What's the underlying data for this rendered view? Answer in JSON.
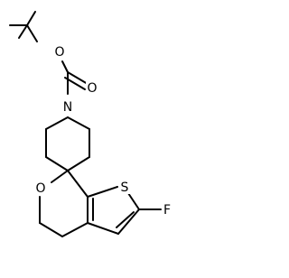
{
  "structure": {
    "atoms": {
      "o_ether": "O",
      "o_carbonyl": "O",
      "n_piperidine": "N",
      "o_pyran": "O",
      "s_thiophene": "S",
      "f_substituent": "F"
    }
  },
  "colors": {
    "bond": "#000000",
    "label": "#000000",
    "background": "#ffffff"
  }
}
